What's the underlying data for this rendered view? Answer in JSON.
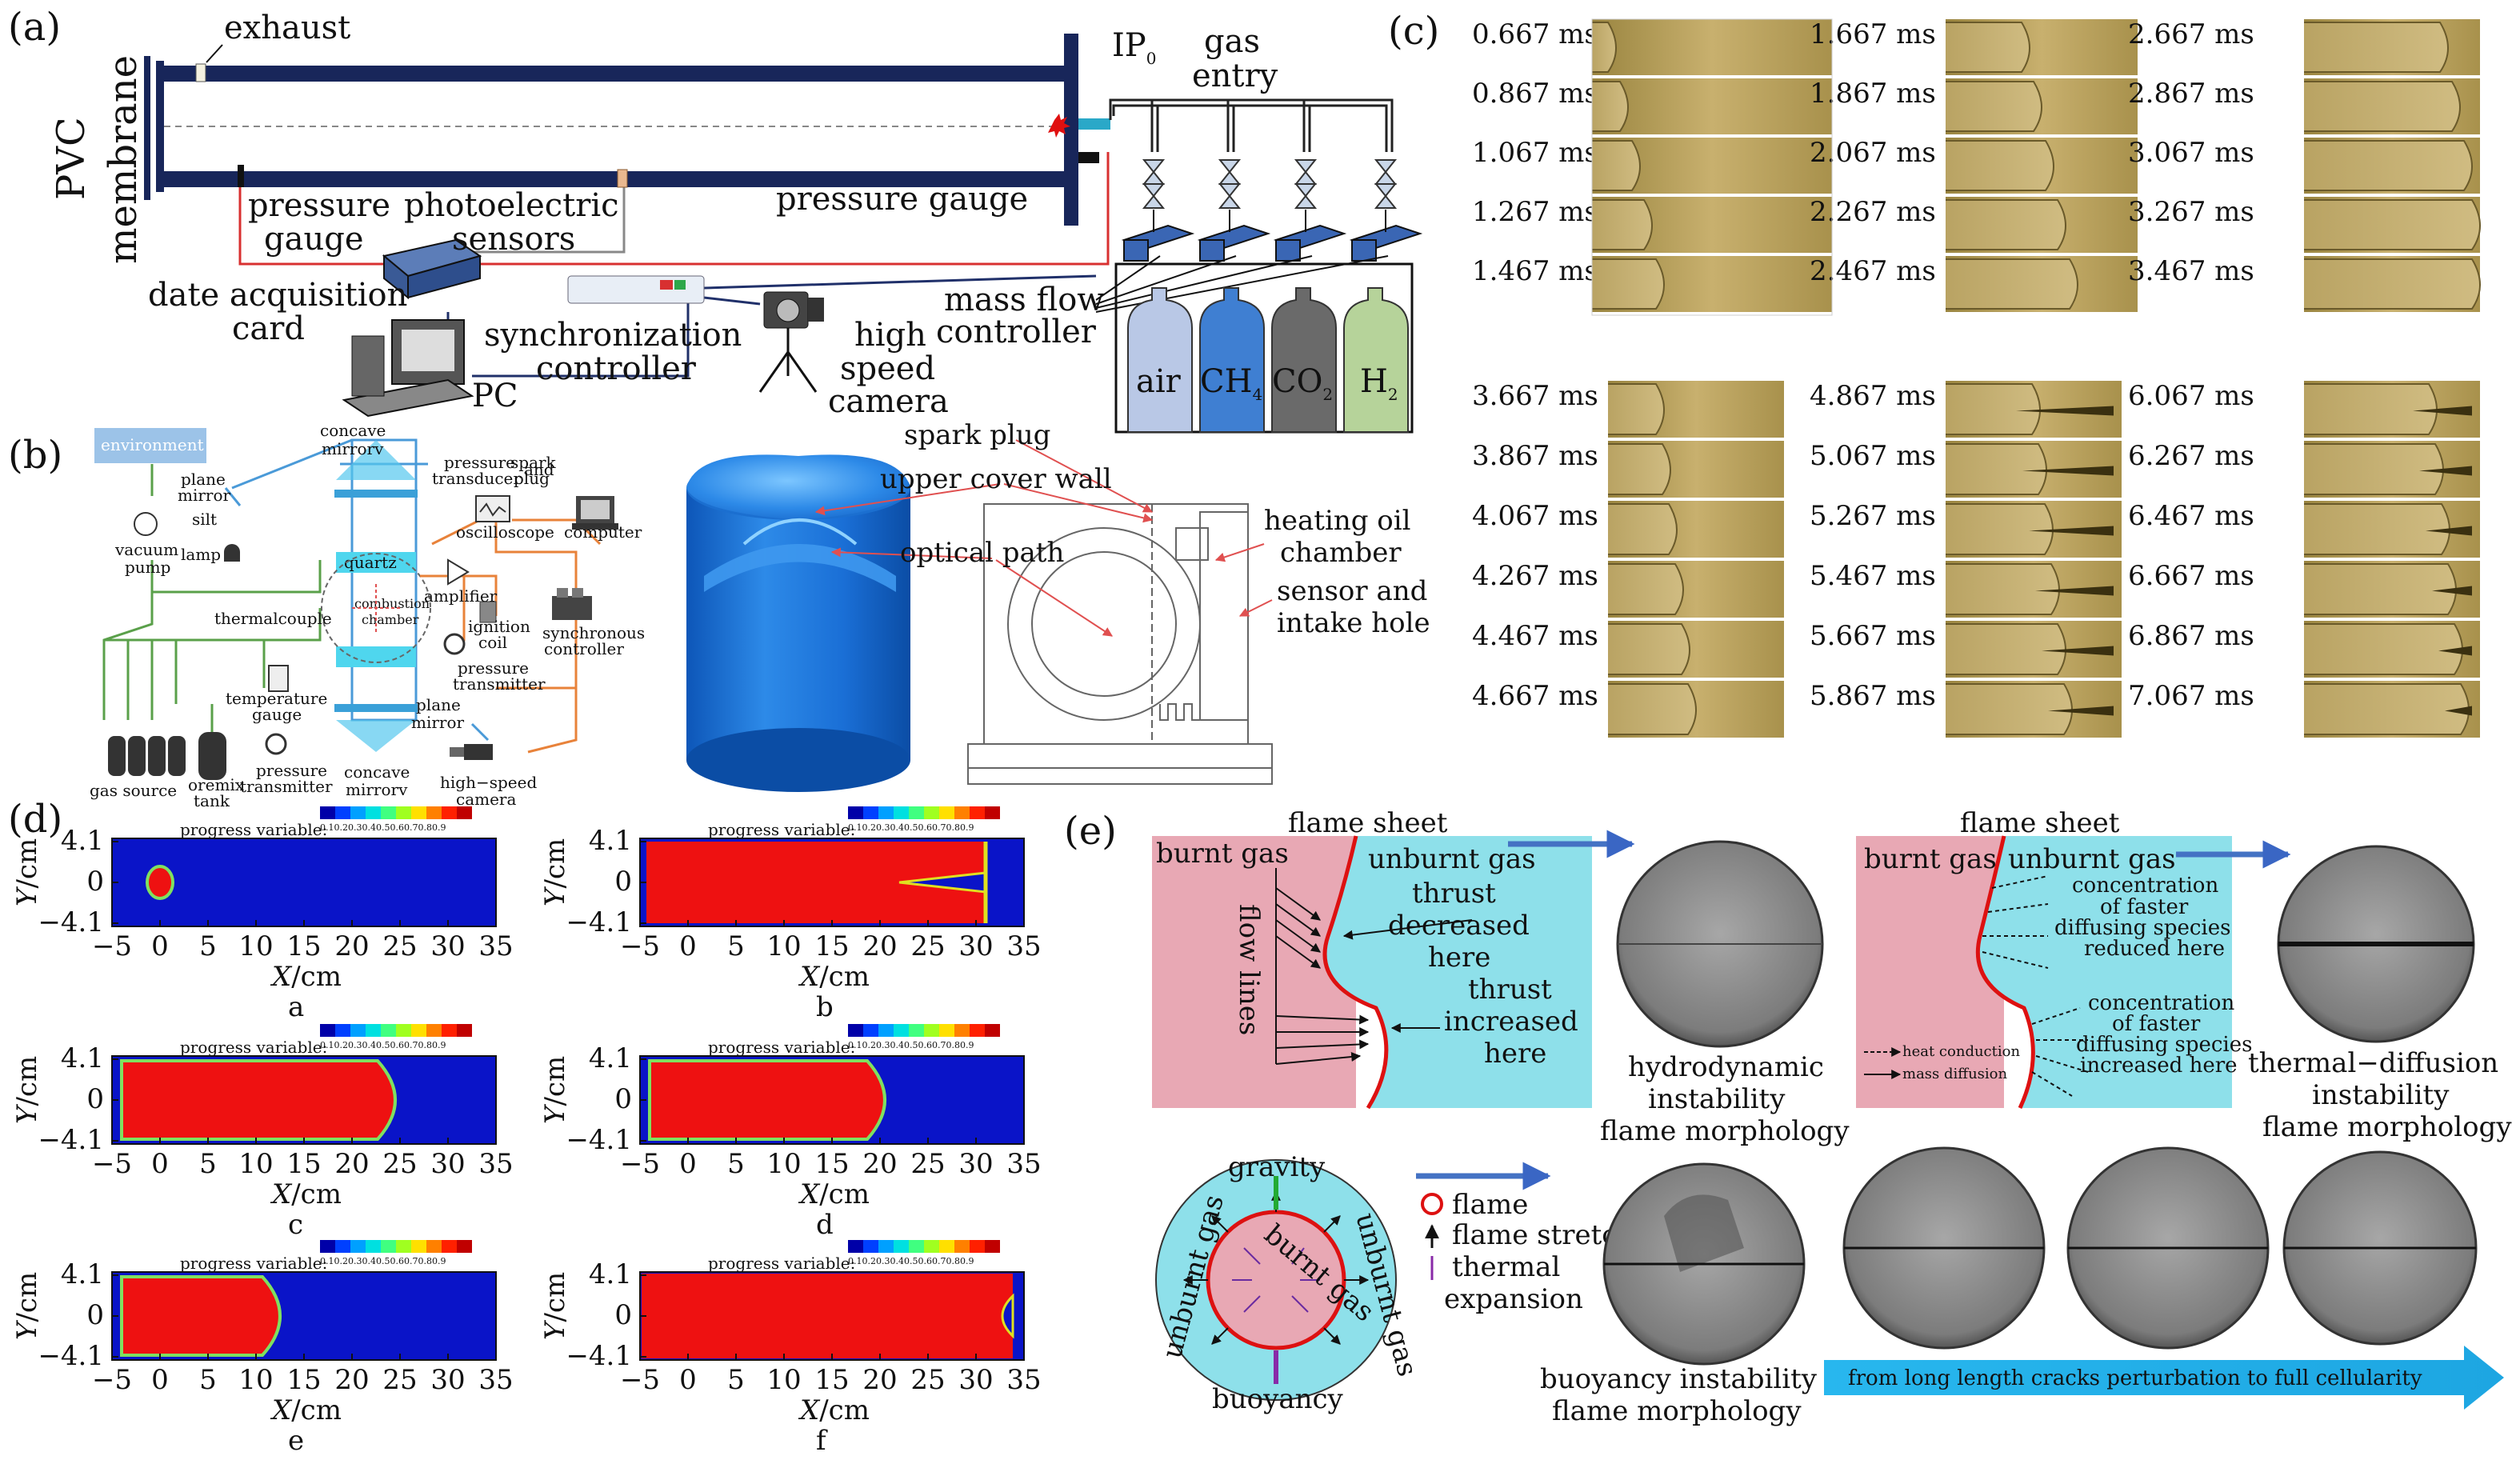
{
  "panels": {
    "a": {
      "label": "(a)",
      "exhaust": "exhaust",
      "pvc": "PVC",
      "membrane": "membrane",
      "ip0": "IP",
      "ip0_sub": "0",
      "gas_entry_1": "gas",
      "gas_entry_2": "entry",
      "pressure_gauge_left_1": "pressure",
      "pressure_gauge_left_2": "gauge",
      "photoelectric_1": "photoelectric",
      "photoelectric_2": "sensors",
      "pressure_gauge_right": "pressure gauge",
      "daq_1": "date acquisition",
      "daq_2": "card",
      "sync_1": "synchronization",
      "sync_2": "controller",
      "pc": "PC",
      "camera_1": "high",
      "camera_2": "speed",
      "camera_3": "camera",
      "mfc_1": "mass flow",
      "mfc_2": "controller",
      "gases": [
        "air",
        "CH",
        "CO",
        "H"
      ],
      "gas_subs": [
        "",
        "4",
        "2",
        "2"
      ]
    },
    "b": {
      "label": "(b)",
      "environment": "environment",
      "concave_mirror_top_1": "concave",
      "concave_mirror_top_2": "mirrorv",
      "pressure_transducer_1": "pressure",
      "pressure_transducer_2": "transducer",
      "and_word": "and",
      "spark_plug_small_1": "spark",
      "spark_plug_small_2": "plug",
      "plane_mirror_1": "plane",
      "plane_mirror_2": "mirror",
      "silt": "silt",
      "lamp": "lamp",
      "vacuum_pump_1": "vacuum",
      "vacuum_pump_2": "pump",
      "oscilloscope": "oscilloscope",
      "computer": "computer",
      "quartz": "quartz",
      "amplifier": "amplifier",
      "thermalcouple": "thermalcouple",
      "combustion_chamber_1": "combustion",
      "combustion_chamber_2": "chamber",
      "ignition_coil_1": "ignition",
      "ignition_coil_2": "coil",
      "synchronous_1": "synchronous",
      "synchronous_2": "controller",
      "pressure_transmitter_r_1": "pressure",
      "pressure_transmitter_r_2": "transmitter",
      "temperature_gauge_1": "temperature",
      "temperature_gauge_2": "gauge",
      "plane_mirror2_1": "plane",
      "plane_mirror2_2": "mirror",
      "gas_source": "gas source",
      "oremix_1": "oremix",
      "oremix_2": "tank",
      "pressure_transmitter_l_1": "pressure",
      "pressure_transmitter_l_2": "transmitter",
      "concave_mirror_bot_1": "concave",
      "concave_mirror_bot_2": "mirrorv",
      "hs_camera_1": "high−speed",
      "hs_camera_2": "camera",
      "spark_plug": "spark plug",
      "upper_cover": "upper cover wall",
      "optical_path": "optical path",
      "heating_1": "heating oil",
      "heating_2": "chamber",
      "sensor_1": "sensor and",
      "sensor_2": "intake hole"
    },
    "c": {
      "label": "(c)",
      "upper_times": [
        [
          "0.667 ms",
          "0.867 ms",
          "1.067 ms",
          "1.267 ms",
          "1.467 ms"
        ],
        [
          "1.667 ms",
          "1.867 ms",
          "2.067 ms",
          "2.267 ms",
          "2.467 ms"
        ],
        [
          "2.667 ms",
          "2.867 ms",
          "3.067 ms",
          "3.267 ms",
          "3.467 ms"
        ]
      ],
      "lower_times": [
        [
          "3.667 ms",
          "3.867 ms",
          "4.067 ms",
          "4.267 ms",
          "4.467 ms",
          "4.667 ms"
        ],
        [
          "4.867 ms",
          "5.067 ms",
          "5.267 ms",
          "5.467 ms",
          "5.667 ms",
          "5.867 ms"
        ],
        [
          "6.067 ms",
          "6.267 ms",
          "6.467 ms",
          "6.667 ms",
          "6.867 ms",
          "7.067 ms"
        ]
      ]
    },
    "d": {
      "label": "(d)",
      "legend_title": "progress variable:",
      "legend_ticks": [
        "0.1",
        "0.2",
        "0.3",
        "0.4",
        "0.5",
        "0.6",
        "0.7",
        "0.8",
        "0.9"
      ],
      "y_label_prefix": "Y",
      "y_label_unit": "/cm",
      "x_label_prefix": "X",
      "x_label_unit": "/cm",
      "y_ticks": [
        "4.1",
        "0",
        "−4.1"
      ],
      "x_ticks": [
        "−5",
        "0",
        "5",
        "10",
        "15",
        "20",
        "25",
        "30",
        "35"
      ],
      "subplot_letters": [
        "a",
        "b",
        "c",
        "d",
        "e",
        "f"
      ],
      "colors": {
        "burnt": "#ee1111",
        "unburnt": "#0a14c8"
      }
    },
    "e": {
      "label": "(e)",
      "flame_sheet": "flame sheet",
      "burnt_gas": "burnt gas",
      "unburnt_gas": "unburnt gas",
      "flow_lines": "flow lines",
      "thrust_dec_1": "thrust",
      "thrust_dec_2": "decreased",
      "thrust_dec_3": "here",
      "thrust_inc_1": "thrust",
      "thrust_inc_2": "increased",
      "thrust_inc_3": "here",
      "hydro_1": "hydrodynamic",
      "hydro_2": "instability",
      "hydro_3": "flame morphology",
      "conc_red_1": "concentration",
      "conc_red_2": "of faster",
      "conc_red_3": "diffusing species",
      "conc_red_4": "reduced here",
      "conc_inc_1": "concentration",
      "conc_inc_2": "of faster",
      "conc_inc_3": "diffusing species",
      "conc_inc_4": "increased here",
      "heat_conduction": "heat conduction",
      "mass_diffusion": "mass diffusion",
      "td_1": "thermal−diffusion",
      "td_2": "instability",
      "td_3": "flame morphology",
      "gravity": "gravity",
      "buoyancy": "buoyancy",
      "burnt_gas_curved": "burnt gas",
      "unburnt_left": "unburnt gas",
      "unburnt_right": "unburnt gas",
      "legend_flame": "flame",
      "legend_stretch": "flame stretch",
      "legend_thermal_1": "thermal",
      "legend_thermal_2": "expansion",
      "buoy_1": "buoyancy instability",
      "buoy_2": "flame morphology",
      "arrow_text": "from long length cracks perturbation to full cellularity",
      "colors": {
        "burnt": "#e8a8b4",
        "unburnt": "#8ee0ea",
        "flame": "#dd1111",
        "arrow": "#1fb0e8"
      }
    }
  }
}
